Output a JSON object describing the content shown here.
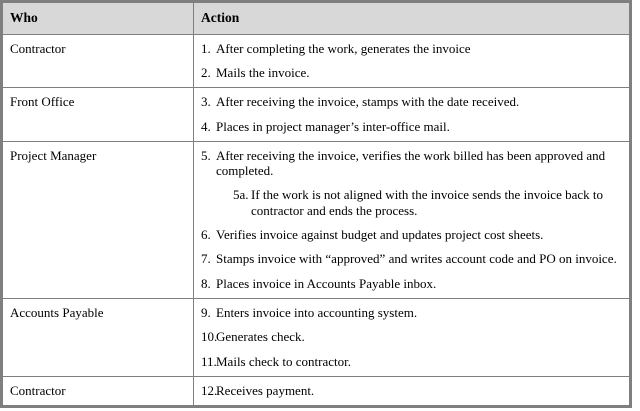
{
  "table": {
    "headers": [
      {
        "label": "Who"
      },
      {
        "label": "Action"
      }
    ],
    "rows": [
      {
        "who": "Contractor",
        "actions": [
          {
            "marker": "1.",
            "text": "After completing the work, generates the invoice"
          },
          {
            "marker": "2.",
            "text": "Mails the invoice."
          }
        ]
      },
      {
        "who": "Front Office",
        "actions": [
          {
            "marker": "3.",
            "text": "After receiving the invoice, stamps with the date received."
          },
          {
            "marker": "4.",
            "text": "Places in project manager’s inter-office mail."
          }
        ]
      },
      {
        "who": "Project Manager",
        "actions": [
          {
            "marker": "5.",
            "text": "After receiving the invoice, verifies the work billed has been approved and completed.",
            "sub": [
              {
                "marker": "5a.",
                "text": "If the work is not aligned with the invoice sends the invoice back to contractor and ends the process."
              }
            ]
          },
          {
            "marker": "6.",
            "text": "Verifies invoice against budget and updates project cost sheets."
          },
          {
            "marker": "7.",
            "text": "Stamps invoice with “approved” and writes account code and PO on invoice."
          },
          {
            "marker": "8.",
            "text": "Places invoice in Accounts Payable inbox."
          }
        ]
      },
      {
        "who": "Accounts Payable",
        "actions": [
          {
            "marker": "9.",
            "text": "Enters invoice into accounting system."
          },
          {
            "marker": "10.",
            "text": "Generates check."
          },
          {
            "marker": "11.",
            "text": "Mails check to contractor."
          }
        ]
      },
      {
        "who": "Contractor",
        "actions": [
          {
            "marker": "12.",
            "text": "Receives payment."
          }
        ]
      }
    ]
  },
  "colors": {
    "border": "#7f7f7f",
    "header_background": "#d8d8d8",
    "text": "#000000",
    "cell_background": "#ffffff"
  }
}
